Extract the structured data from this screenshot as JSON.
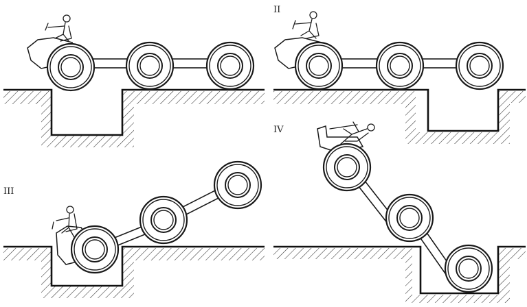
{
  "panels": [
    {
      "id": "I",
      "label": ""
    },
    {
      "id": "II",
      "label": "II"
    },
    {
      "id": "III",
      "label": "III"
    },
    {
      "id": "IV",
      "label": "IV"
    }
  ],
  "icons": [
    "wheel-icon",
    "driver-icon",
    "trench-icon"
  ],
  "colors": {
    "ink": "#1a1a1a",
    "paper": "#ffffff"
  }
}
